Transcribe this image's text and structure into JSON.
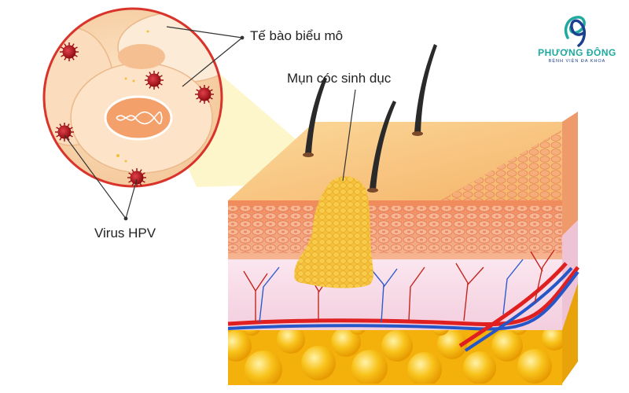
{
  "labels": {
    "epithelial_cells": "Tế bào biểu mô",
    "genital_warts": "Mụn cóc sinh dục",
    "hpv_virus": "Virus HPV"
  },
  "logo": {
    "name": "PHƯƠNG ĐÔNG",
    "subtitle": "BỆNH VIỆN ĐA KHOA"
  },
  "icons": [
    "phuong-dong-logo-icon",
    "hpv-virus-icon",
    "hair-icon",
    "cell-nucleus-icon",
    "dna-icon"
  ],
  "colors": {
    "skin_surface": "#f7c77f",
    "epidermis": "#f3a46f",
    "dermis": "#f6d8e6",
    "fat": "#f6b90b",
    "wart": "#f6c23c",
    "virus": "#c0141c",
    "artery": "#e02020",
    "vein": "#2657c9",
    "logo_teal": "#1fa99f",
    "logo_navy": "#1d3f8f",
    "magnifier_border": "#d9342b"
  }
}
